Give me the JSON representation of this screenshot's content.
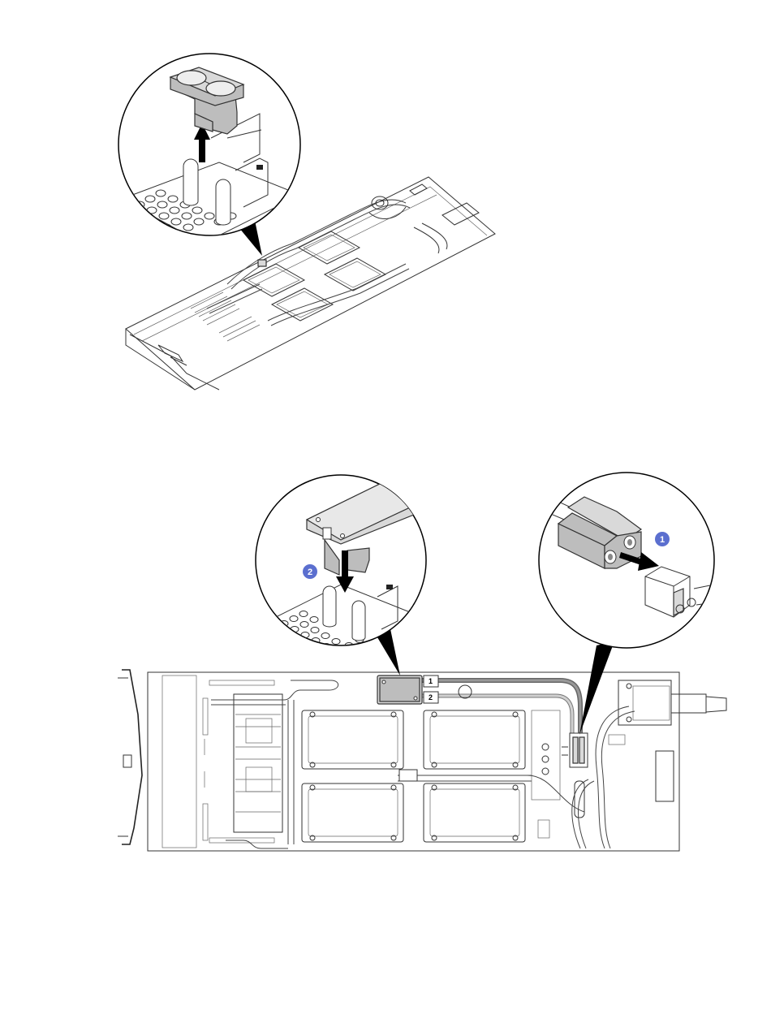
{
  "figure": {
    "step_badges": [
      {
        "id": "step-1",
        "text": "1",
        "color": "#5b6fcf"
      },
      {
        "id": "step-2",
        "text": "2",
        "color": "#5b6fcf"
      }
    ],
    "hose_labels": [
      "1",
      "2"
    ],
    "colors": {
      "line": "#333333",
      "part_fill": "#bdbdbd",
      "part_light": "#d9d9d9",
      "badge": "#5b6fcf"
    }
  }
}
